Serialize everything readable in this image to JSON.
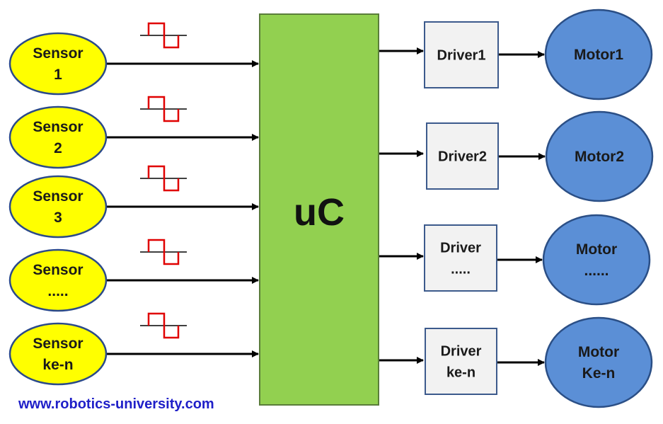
{
  "colors": {
    "sensor_fill": "#ffff00",
    "sensor_stroke": "#2b4a8a",
    "uc_fill": "#92d050",
    "uc_stroke": "#5a7d3a",
    "driver_fill": "#f2f2f2",
    "driver_stroke": "#3c5a8c",
    "motor_fill": "#5b8fd6",
    "motor_stroke": "#2b4f86",
    "arrow": "#000000",
    "pulse": "#e00000",
    "footer": "#1f1fc8"
  },
  "sensors": [
    {
      "line1": "Sensor",
      "line2": "1"
    },
    {
      "line1": "Sensor",
      "line2": "2"
    },
    {
      "line1": "Sensor",
      "line2": "3"
    },
    {
      "line1": "Sensor",
      "line2": "....."
    },
    {
      "line1": "Sensor",
      "line2": "ke-n"
    }
  ],
  "controller": {
    "label": "uC"
  },
  "drivers": [
    {
      "line1": "Driver1",
      "line2": ""
    },
    {
      "line1": "Driver2",
      "line2": ""
    },
    {
      "line1": "Driver",
      "line2": "....."
    },
    {
      "line1": "Driver",
      "line2": "ke-n"
    }
  ],
  "motors": [
    {
      "line1": "Motor1",
      "line2": ""
    },
    {
      "line1": "Motor2",
      "line2": ""
    },
    {
      "line1": "Motor",
      "line2": "......"
    },
    {
      "line1": "Motor",
      "line2": "Ke-n"
    }
  ],
  "pulse_icon": "square-wave-icon",
  "footer": {
    "text": "www.robotics-university.com"
  }
}
